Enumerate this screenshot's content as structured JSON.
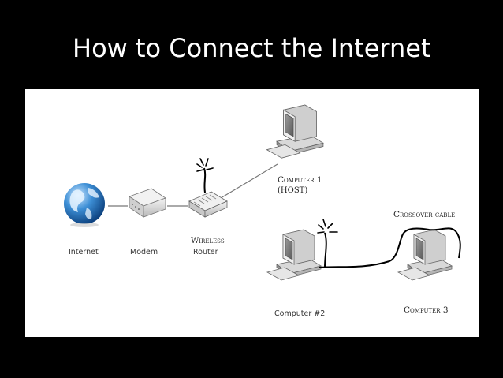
{
  "slide": {
    "title": "How to Connect the Internet"
  },
  "diagram": {
    "internet_label": "Internet",
    "modem_label": "Modem",
    "router_label_1": "Wireless",
    "router_label_2": "Router",
    "computer1_label_1": "Computer 1",
    "computer1_label_2": "(HOST)",
    "computer2_label": "Computer #2",
    "computer3_label": "Computer 3",
    "crossover_label": "Crossover cable"
  },
  "icons": [
    "globe-icon",
    "modem-icon",
    "router-icon",
    "computer-icon"
  ]
}
